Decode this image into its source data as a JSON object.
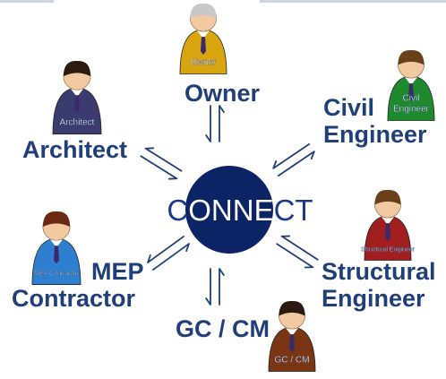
{
  "hub": {
    "label": "CONNECT",
    "inner_letters": "ONNE"
  },
  "stakeholders": [
    {
      "key": "owner",
      "label_lines": [
        "Owner"
      ],
      "badge": "Owner",
      "body_color": "#d9a50f",
      "hair_color": "#c8c8c8",
      "skin_color": "#f2c9a0"
    },
    {
      "key": "architect",
      "label_lines": [
        "Architect"
      ],
      "badge": "Architect",
      "body_color": "#3a3b6e",
      "hair_color": "#2b1a10",
      "skin_color": "#f2c9a0"
    },
    {
      "key": "civil-engineer",
      "label_lines": [
        "Civil",
        "Engineer"
      ],
      "badge_lines": [
        "Civil",
        "Engineer"
      ],
      "body_color": "#1e8a2e",
      "hair_color": "#6a4018",
      "skin_color": "#f2c9a0"
    },
    {
      "key": "mep-contractor",
      "label_lines": [
        "MEP",
        "Contractor"
      ],
      "badge": "MEP Contractor",
      "body_color": "#2e7fcf",
      "hair_color": "#6a2a12",
      "skin_color": "#f2c9a0"
    },
    {
      "key": "structural-engineer",
      "label_lines": [
        "Structural",
        "Engineer"
      ],
      "badge": "Structural Engineer",
      "body_color": "#a01e1e",
      "hair_color": "#6a4018",
      "skin_color": "#f2c9a0"
    },
    {
      "key": "gc-cm",
      "label_lines": [
        "GC / CM"
      ],
      "badge": "GC / CM",
      "body_color": "#7a3512",
      "hair_color": "#2b1a10",
      "skin_color": "#f2c9a0"
    }
  ],
  "colors": {
    "label": "#1f3f78",
    "hub": "#0b2466",
    "arrow": "#1f3f78"
  }
}
